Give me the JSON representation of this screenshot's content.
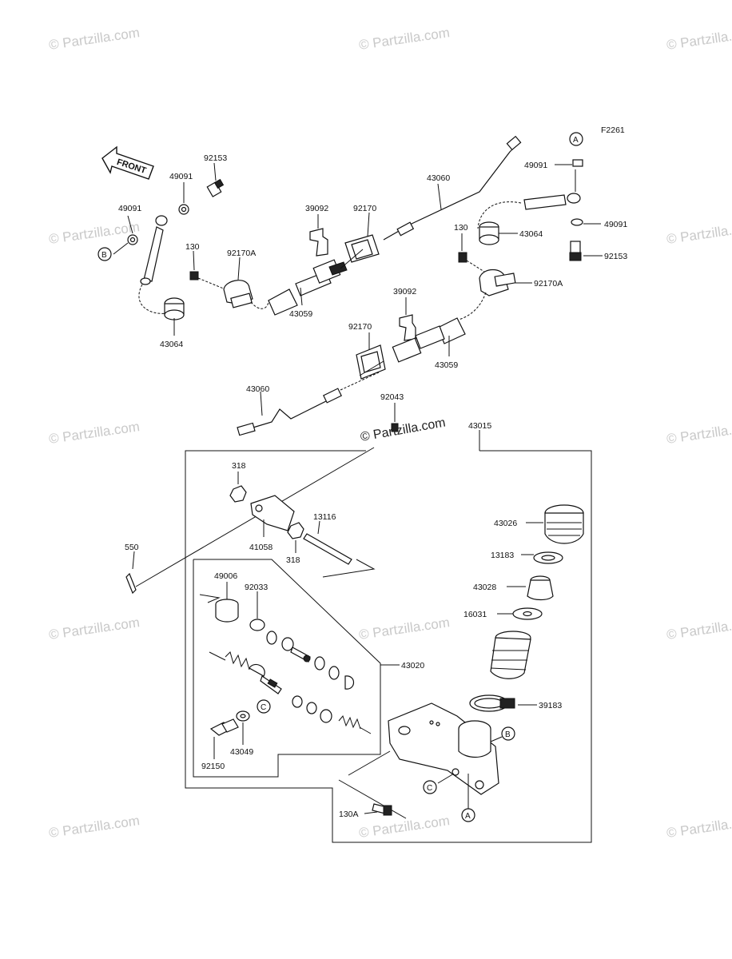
{
  "figure_id": "F2261",
  "front_label": "FRONT",
  "watermark_text": "© Partzilla.com",
  "center_watermark_text": "© Partzilla.com",
  "parts": {
    "p92153_a": "92153",
    "p49091_a": "49091",
    "p49091_b": "49091",
    "p130_a": "130",
    "p92170A_a": "92170A",
    "p43064_a": "43064",
    "p39092_a": "39092",
    "p92170_a": "92170",
    "p43059_a": "43059",
    "p43060_a": "43060",
    "p49091_c": "49091",
    "p49091_d": "49091",
    "p130_b": "130",
    "p43064_b": "43064",
    "p92153_b": "92153",
    "p92170A_b": "92170A",
    "p39092_b": "39092",
    "p92170_b": "92170",
    "p43059_b": "43059",
    "p43060_b": "43060",
    "p92043": "92043",
    "p43015": "43015",
    "p318_a": "318",
    "p13116": "13116",
    "p41058": "41058",
    "p318_b": "318",
    "p550": "550",
    "p43026": "43026",
    "p13183": "13183",
    "p43028": "43028",
    "p16031": "16031",
    "p49006": "49006",
    "p92033": "92033",
    "p43020": "43020",
    "p39183": "39183",
    "p43049": "43049",
    "p92150": "92150",
    "p130A": "130A"
  },
  "refs": {
    "A_top": "A",
    "B_left": "B",
    "B_body": "B",
    "C_small": "C",
    "C_body": "C",
    "A_body": "A"
  }
}
